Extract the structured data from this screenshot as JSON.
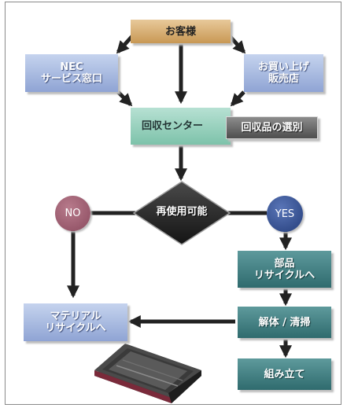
{
  "nodes": {
    "customer": "お客様",
    "nec_service": "NEC\nサービス窓口",
    "store": "お買い上げ\n販売店",
    "collection_center": "回収センター",
    "sorting": "回収品の選別",
    "reusable": "再使用可能",
    "no": "NO",
    "yes": "YES",
    "parts_recycle": "部品\nリサイクルへ",
    "disassembly": "解体 / 清掃",
    "material_recycle": "マテリアル\nリサイクルへ",
    "assembly": "組み立て"
  },
  "colors": {
    "customer": "#d5ab6c",
    "service": "#a6b6e0",
    "center": "#9fd4c2",
    "process": "#3f7f82",
    "decision": "#2a2a2a",
    "no": "#9b5a6e",
    "yes": "#2f4a8c",
    "arrow": "#222222"
  },
  "illustration": "toner-cartridge"
}
